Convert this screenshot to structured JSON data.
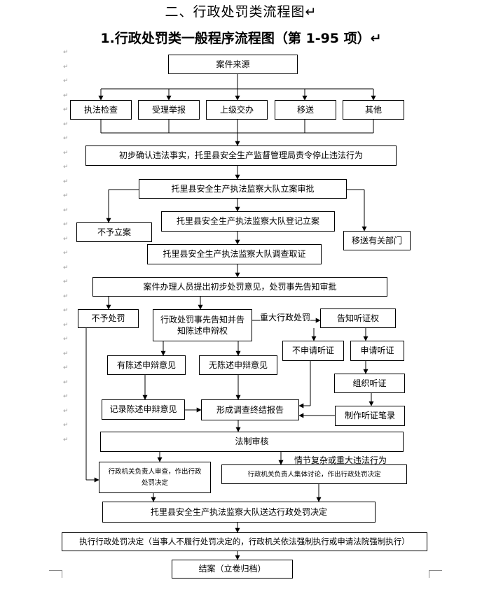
{
  "document": {
    "title": "二、行政处罚类流程图",
    "subtitle": "1.行政处罚类一般程序流程图（第 1-95 项）"
  },
  "nodes": {
    "source": "案件来源",
    "inspection": "执法检查",
    "report": "受理举报",
    "referral_up": "上级交办",
    "transfer": "移送",
    "other": "其他",
    "preliminary": "初步确认违法事实，托里县安全生产监督管理局责令停止违法行为",
    "filing_approval": "托里县安全生产执法监察大队立案审批",
    "no_filing": "不予立案",
    "register": "托里县安全生产执法监察大队登记立案",
    "transfer_dept": "移送有关部门",
    "investigate": "托里县安全生产执法监察大队调查取证",
    "preliminary_opinion": "案件办理人员提出初步处罚意见，处罚事先告知审批",
    "no_penalty": "不予处罚",
    "notify": "行政处罚事先告知并告知陈述申辩权",
    "hearing_notice": "告知听证权",
    "with_defense": "有陈述申辩意见",
    "without_defense": "无陈述申辩意见",
    "no_hearing": "不申请听证",
    "apply_hearing": "申请听证",
    "organize_hearing": "组织听证",
    "record_defense": "记录陈述申辩意见",
    "final_report": "形成调查终结报告",
    "hearing_record": "制作听证笔录",
    "legal_review": "法制审核",
    "head_review": "行政机关负责人审查，作出行政处罚决定",
    "collective": "行政机关负责人集体讨论，作出行政处罚决定",
    "deliver": "托里县安全生产执法监察大队送达行政处罚决定",
    "execute": "执行行政处罚决定（当事人不履行处罚决定的，行政机关依法强制执行或申请法院强制执行）",
    "close": "结案（立卷归档）"
  },
  "edge_labels": {
    "major_penalty": "重大行政处罚",
    "complex_case": "情节复杂或重大违法行为"
  },
  "marks": {
    "paragraph": "↵"
  }
}
